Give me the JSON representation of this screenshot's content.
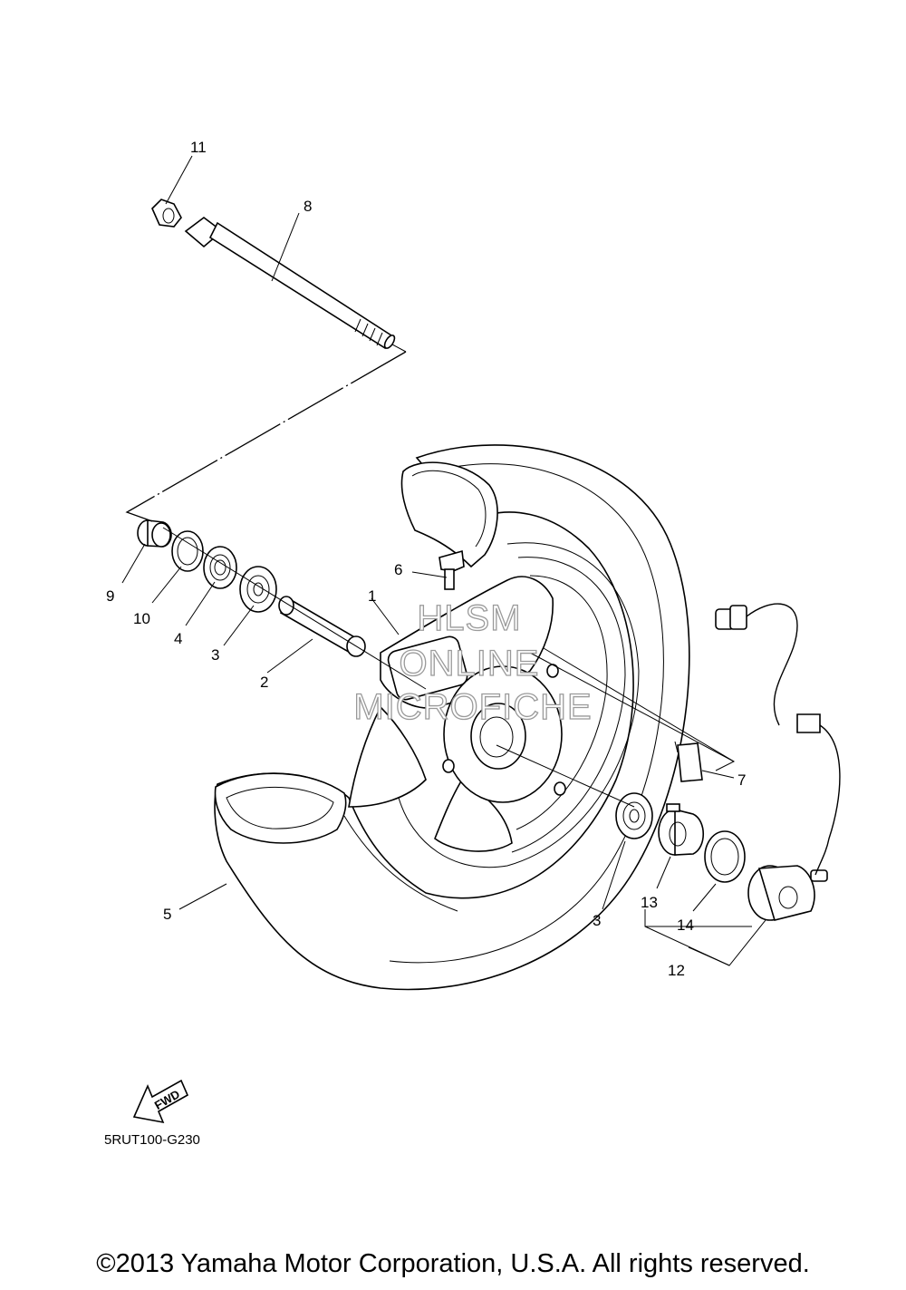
{
  "callouts": {
    "c1": "1",
    "c2": "2",
    "c3a": "3",
    "c3b": "3",
    "c4": "4",
    "c5": "5",
    "c6": "6",
    "c7": "7",
    "c8": "8",
    "c9": "9",
    "c10": "10",
    "c11": "11",
    "c12": "12",
    "c13": "13",
    "c14": "14"
  },
  "watermark": {
    "line1": "HLSM",
    "line2": "ONLINE",
    "line3": "MICROFICHE"
  },
  "fwd_label": "FWD",
  "diagram_code": "5RUT100-G230",
  "copyright": "©2013 Yamaha Motor Corporation, U.S.A. All rights reserved."
}
